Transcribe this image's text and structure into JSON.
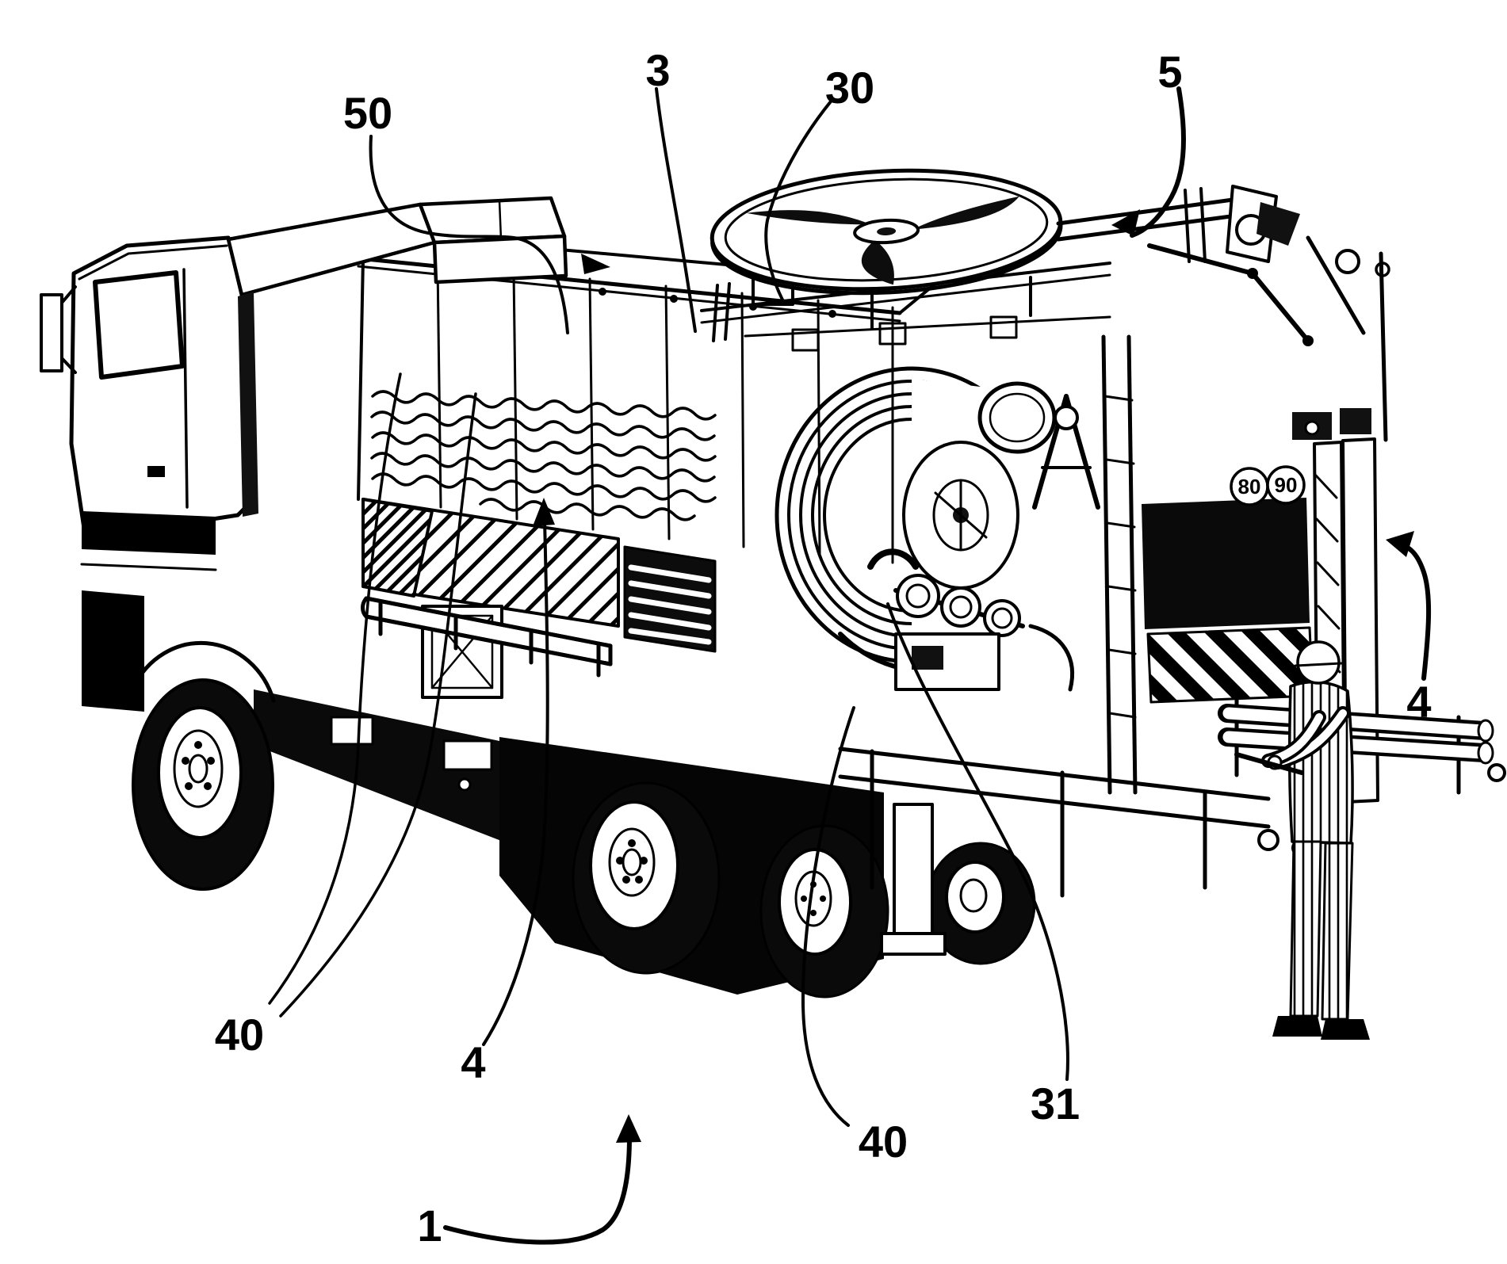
{
  "figure": {
    "background": "#ffffff",
    "ink": "#000000",
    "description": "Patent-style line drawing of a sewer-cleaning vehicle with roof hose reel, rear hose drum, pump unit and operator figure"
  },
  "callouts": {
    "c50": "50",
    "c3": "3",
    "c30": "30",
    "c5": "5",
    "c4_right": "4",
    "c40_left": "40",
    "c4_lower": "4",
    "c40_lower": "40",
    "c31": "31",
    "c1": "1"
  },
  "badges": {
    "b80": "80",
    "b90": "90"
  }
}
